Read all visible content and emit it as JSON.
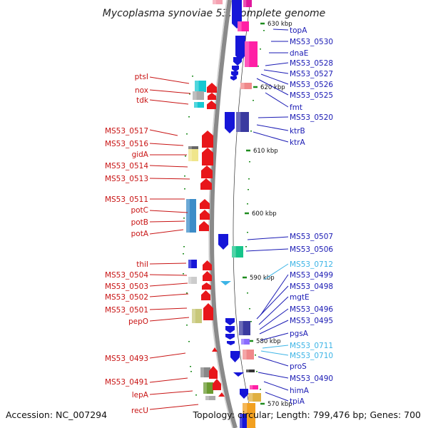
{
  "title": "Mycoplasma synoviae 53, complete genome",
  "footer": {
    "accession": "Accession: NC_007294",
    "topology": "Topology: circular; Length: 799,476 bp; Genes: 700"
  },
  "scale_labels": [
    "630 kbp",
    "620 kbp",
    "610 kbp",
    "600 kbp",
    "590 kbp",
    "580 kbp",
    "570 kbp"
  ],
  "left_labels": [
    "ptsI",
    "nox",
    "tdk",
    "MS53_0517",
    "MS53_0516",
    "gidA",
    "MS53_0514",
    "MS53_0513",
    "MS53_0511",
    "potC",
    "potB",
    "potA",
    "thiI",
    "MS53_0504",
    "MS53_0503",
    "MS53_0502",
    "MS53_0501",
    "pepO",
    "MS53_0493",
    "MS53_0491",
    "lepA",
    "recU"
  ],
  "right_labels": [
    "topA",
    "MS53_0530",
    "dnaE",
    "MS53_0528",
    "MS53_0527",
    "MS53_0526",
    "MS53_0525",
    "fmt",
    "MS53_0520",
    "ktrB",
    "ktrA",
    "MS53_0507",
    "MS53_0506",
    "MS53_0712",
    "MS53_0499",
    "MS53_0498",
    "mgtE",
    "MS53_0496",
    "MS53_0495",
    "pgsA",
    "MS53_0711",
    "MS53_0710",
    "proS",
    "MS53_0490",
    "himA",
    "tpiA"
  ],
  "colors": {
    "forward_strand": "#e8161a",
    "reverse_strand": "#1616d8",
    "left_label": "#c81414",
    "right_label": "#1a1ab4",
    "rna_label": "#3cb4e6",
    "backbone": "#8a8a8a",
    "tick": "#1e8c1e"
  }
}
